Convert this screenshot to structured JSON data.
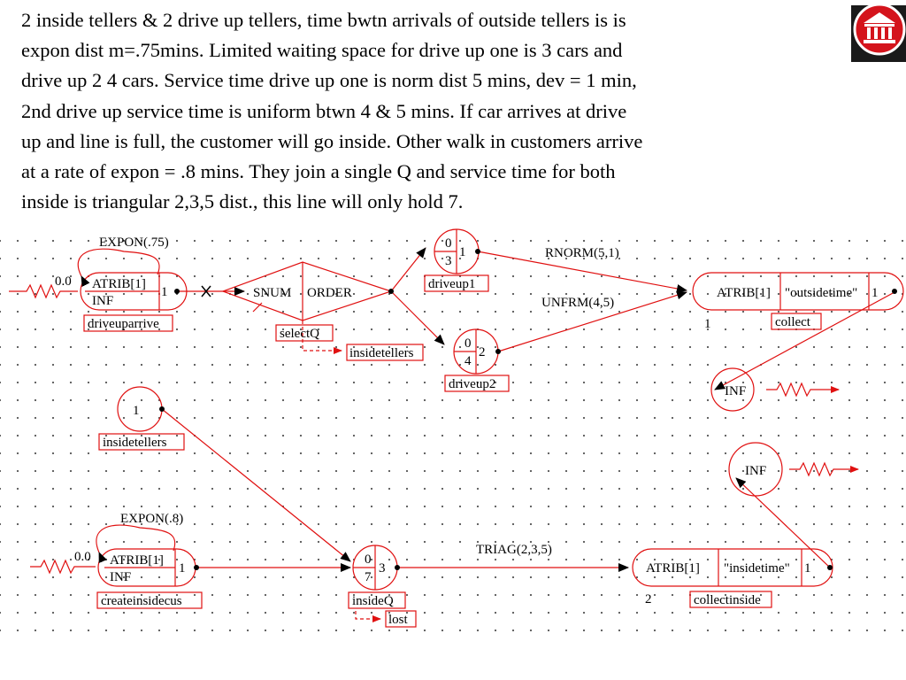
{
  "problem_text": {
    "lines": [
      "2 inside tellers & 2 drive up tellers, time bwtn arrivals of outside tellers is is",
      "expon dist m=.75mins. Limited waiting space for drive up one is 3 cars and",
      "drive up 2 4 cars.  Service time drive up one is norm dist 5 mins, dev = 1 min,",
      "2nd drive up service time is uniform btwn 4 & 5 mins. If car arrives at drive",
      "up and line is full, the customer will go inside.  Other walk in customers arrive",
      "at a rate of expon = .8 mins. They join a single Q and service time for both",
      "inside is triangular 2,3,5 dist., this line will only hold 7."
    ]
  },
  "logo": {
    "icon": "building-icon",
    "color": "#d4141c"
  },
  "colors": {
    "network_line": "#e01010",
    "text": "#000000"
  },
  "network": {
    "create_driveup": {
      "time_between": "EXPON(.75)",
      "first": "0.0",
      "attrib": "ATRIB[1]",
      "limit": "INF",
      "max_branch": "1",
      "label": "driveuparrive"
    },
    "select": {
      "rule1": "SNUM",
      "rule2": "ORDER",
      "label": "selectQ",
      "balk_to": "insidetellers"
    },
    "queue_driveup1": {
      "initial": "0",
      "capacity": "3",
      "servers": "1",
      "label": "driveup1"
    },
    "queue_driveup2": {
      "initial": "0",
      "capacity": "4",
      "servers": "2",
      "label": "driveup2"
    },
    "activity_rnorm": "RNORM(5,1)",
    "activity_unfrm": "UNFRM(4,5)",
    "collect_outside": {
      "attrib": "ATRIB[1]",
      "name": "\"outsidetime\"",
      "max_branch": "1",
      "number": "1",
      "label": "collect"
    },
    "terminate_1": "INF",
    "resource_inside": {
      "capacity": "1",
      "label": "insidetellers"
    },
    "create_inside": {
      "time_between": "EXPON(.8)",
      "first": "0.0",
      "attrib": "ATRIB[1]",
      "limit": "INF",
      "max_branch": "1",
      "label": "createinsidecus"
    },
    "queue_inside": {
      "initial": "0",
      "capacity": "7",
      "servers": "3",
      "label": "insideQ",
      "balk_to": "lost"
    },
    "activity_triag": "TRIAG(2,3,5)",
    "collect_inside": {
      "attrib": "ATRIB[1]",
      "name": "\"insidetime\"",
      "max_branch": "1",
      "number": "2",
      "label": "collectinside"
    },
    "terminate_2": "INF"
  }
}
